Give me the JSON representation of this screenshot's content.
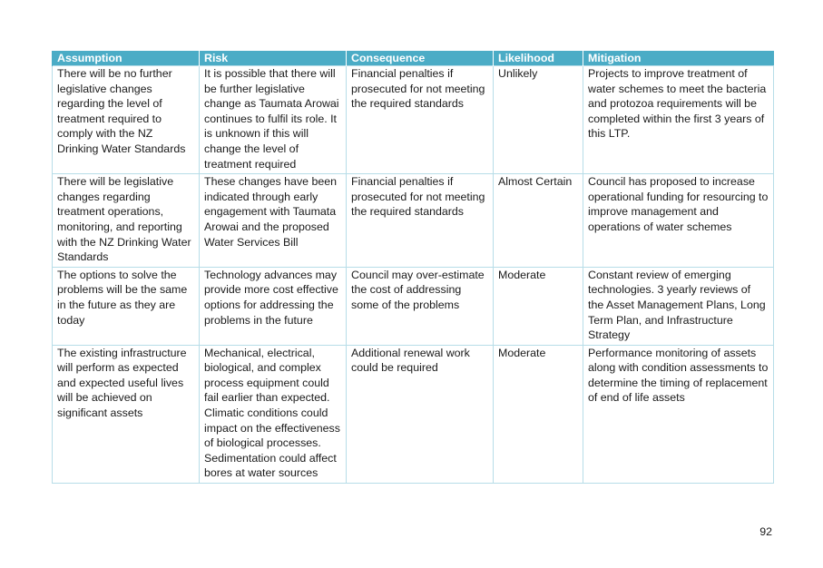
{
  "table": {
    "headers": [
      "Assumption",
      "Risk",
      "Consequence",
      "Likelihood",
      "Mitigation"
    ],
    "rows": [
      [
        "There will be no further legislative changes regarding the level of treatment required to comply with the NZ Drinking Water Standards",
        "It is possible that there will be further legislative change as Taumata Arowai continues to fulfil its role. It is unknown if this will change the level of treatment required",
        "Financial penalties if prosecuted for not meeting the required standards",
        "Unlikely",
        "Projects to improve treatment of water schemes to meet the bacteria and protozoa requirements will be completed within the first 3 years of this LTP."
      ],
      [
        "There will be legislative changes regarding treatment operations, monitoring, and reporting with the NZ Drinking Water Standards",
        "These changes have been indicated through early engagement with Taumata Arowai and the proposed Water Services Bill",
        "Financial penalties if prosecuted for not meeting the required standards",
        "Almost Certain",
        "Council has proposed to increase operational funding for resourcing to improve management and operations of water schemes"
      ],
      [
        "The options to solve the problems will be the same in the future as they are today",
        "Technology advances may provide more cost effective options for addressing the problems in the future",
        "Council may over-estimate the cost of addressing some of the problems",
        "Moderate",
        "Constant review of emerging technologies. 3 yearly reviews of the Asset Management Plans, Long Term Plan, and Infrastructure Strategy"
      ],
      [
        "The existing infrastructure will perform as expected and expected useful lives will be achieved on significant assets",
        "Mechanical, electrical, biological, and complex process equipment could fail earlier than expected. Climatic conditions could impact on the effectiveness of biological processes. Sedimentation could affect bores at water sources",
        "Additional renewal work could be required",
        "Moderate",
        "Performance monitoring of assets along with condition assessments to determine the timing of replacement of end of life assets"
      ]
    ]
  },
  "page_number": "92",
  "colors": {
    "header_bg": "#4bacc6",
    "header_text": "#ffffff",
    "cell_border": "#b7dde8"
  }
}
